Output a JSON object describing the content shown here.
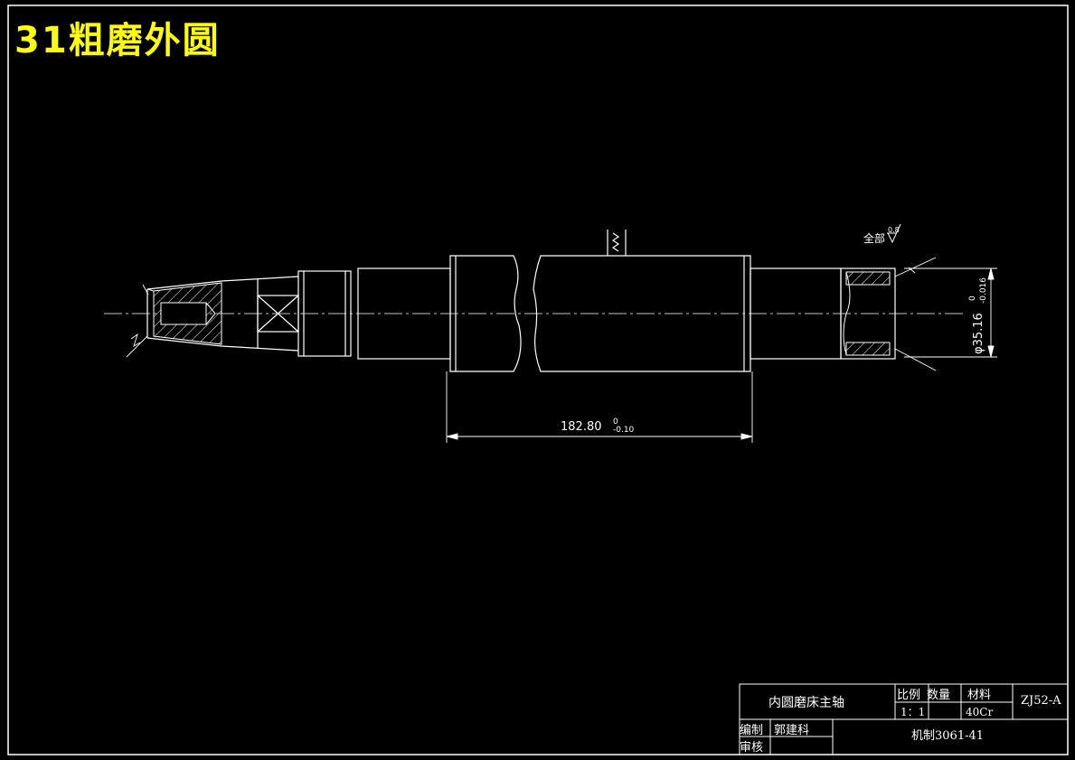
{
  "page_title": "31粗磨外圆",
  "drawing": {
    "surface_finish_note": "全部",
    "surface_finish_value": "0.8",
    "dim_length": "182.80",
    "dim_length_tol_upper": "0",
    "dim_length_tol_lower": "-0.10",
    "dim_diameter": "φ35.16",
    "dim_diameter_tol_upper": "0",
    "dim_diameter_tol_lower": "-0.016"
  },
  "title_block": {
    "part_name": "内圆磨床主轴",
    "scale_label": "比例",
    "scale_value": "1：1",
    "quantity_label": "数量",
    "material_label": "材料",
    "material_value": "40Cr",
    "drawing_number": "ZJ52-A",
    "drafter_label": "编制",
    "drafter_name": "郭建科",
    "reviewer_label": "审核",
    "course_code": "机制3061-41"
  },
  "colors": {
    "background": "#000000",
    "lines": "#ffffff",
    "title": "#ffff00"
  }
}
